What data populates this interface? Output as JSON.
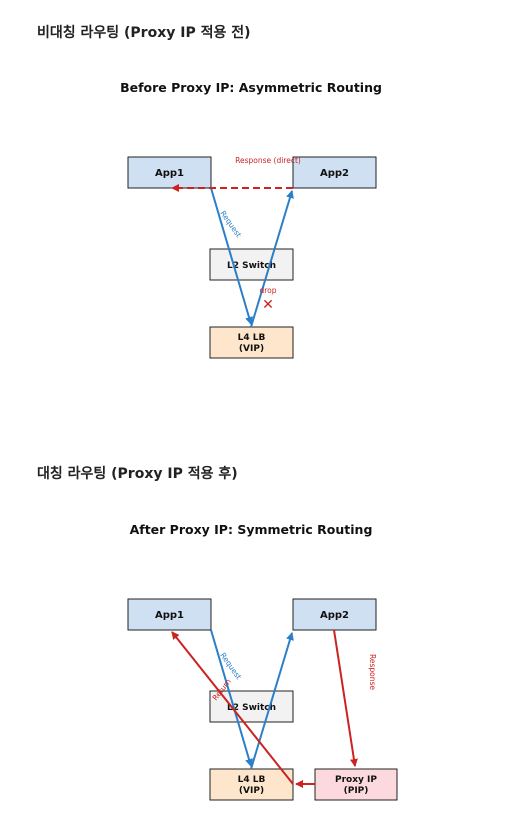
{
  "section_before": {
    "heading": "비대칭 라우팅 (Proxy IP 적용 전)",
    "title": "Before Proxy IP: Asymmetric Routing",
    "nodes": {
      "app1": "App1",
      "app2": "App2",
      "l2": "L2 Switch",
      "l4_line1": "L4 LB",
      "l4_line2": "(VIP)"
    },
    "labels": {
      "response": "Response (direct)",
      "request": "Request",
      "drop": "drop",
      "drop_mark": "✕"
    }
  },
  "section_after": {
    "heading": "대칭 라우팅 (Proxy IP 적용 후)",
    "title": "After Proxy IP: Symmetric Routing",
    "nodes": {
      "app1": "App1",
      "app2": "App2",
      "l2": "L2 Switch",
      "l4_line1": "L4 LB",
      "l4_line2": "(VIP)",
      "proxy_line1": "Proxy IP",
      "proxy_line2": "(PIP)"
    },
    "labels": {
      "request": "Request",
      "response": "Response",
      "return": "Return"
    }
  },
  "colors": {
    "app_fill": "#cfe0f2",
    "switch_fill": "#f2f2f2",
    "lb_fill": "#fde6cc",
    "proxy_fill": "#fbd9dc",
    "request_blue": "#2a7fc8",
    "response_red": "#cc2222"
  }
}
